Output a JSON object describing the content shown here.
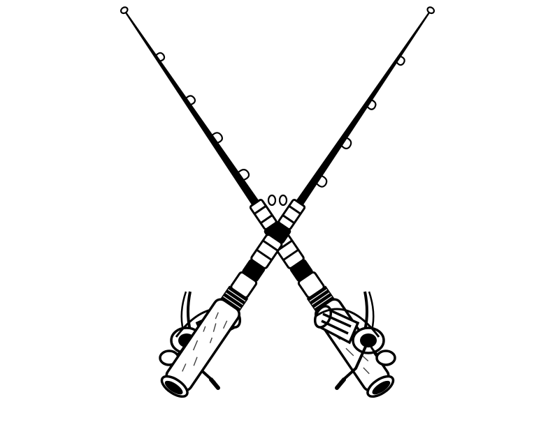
{
  "image": {
    "subject": "crossed-fishing-rods",
    "background_color": "#ffffff",
    "line_color": "#000000"
  },
  "rods": [
    {
      "id": "left-rod",
      "parts": [
        "rod-tip-icon",
        "rod-guide-icon",
        "rod-blank-icon",
        "rod-grip-icon",
        "spinning-reel-icon"
      ]
    },
    {
      "id": "right-rod",
      "parts": [
        "rod-tip-icon",
        "rod-guide-icon",
        "rod-blank-icon",
        "rod-grip-icon",
        "spinning-reel-icon"
      ]
    }
  ]
}
